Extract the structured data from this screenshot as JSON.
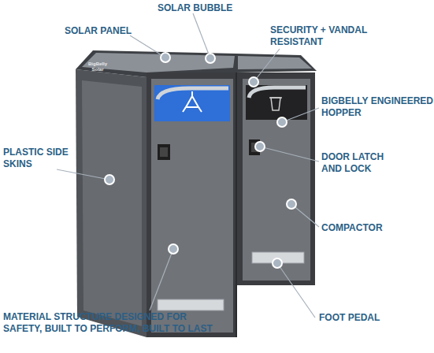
{
  "diagram": {
    "labels": [
      "SOLAR BUBBLE",
      "SOLAR PANEL",
      "SECURITY + VANDAL RESISTANT",
      "BIGBELLY ENGINEERED HOPPER",
      "PLASTIC SIDE SKINS",
      "DOOR LATCH AND LOCK",
      "COMPACTOR",
      "MATERIAL STRUCTURE DESIGNED FOR SAFETY, BUILT TO PERFORM, BUILT TO LAST",
      "FOOT PEDAL",
      "BigBelly Solar"
    ]
  }
}
